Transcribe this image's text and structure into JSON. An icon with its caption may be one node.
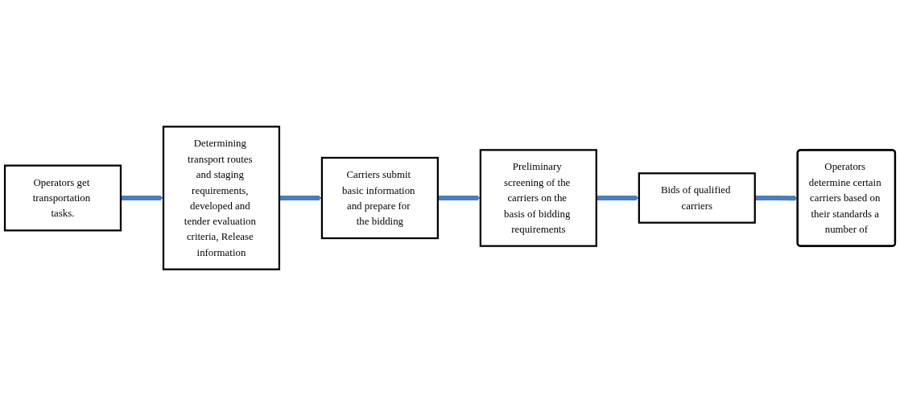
{
  "diagram": {
    "nodes": [
      {
        "text": [
          "Operators get transportation tasks."
        ]
      },
      {
        "text": [
          "Determining transport routes and staging requirements, developed and tender evaluation criteria, Release information"
        ]
      },
      {
        "text": [
          "Carriers submit basic information and prepare for the bidding"
        ]
      },
      {
        "text": [
          "Preliminary screening of the carriers on the basis of bidding requirements"
        ]
      },
      {
        "text": [
          "Bids of qualified carriers"
        ]
      },
      {
        "text": [
          "Operators determine certain carriers based on their standards a number of"
        ]
      }
    ],
    "edges": [
      {
        "from": 0,
        "to": 1,
        "arrow": "to"
      },
      {
        "from": 1,
        "to": 2,
        "arrow": "to"
      },
      {
        "from": 2,
        "to": 3,
        "arrow": "to"
      },
      {
        "from": 3,
        "to": 4,
        "arrow": "to"
      },
      {
        "from": 4,
        "to": 5,
        "arrow": "to"
      }
    ]
  }
}
